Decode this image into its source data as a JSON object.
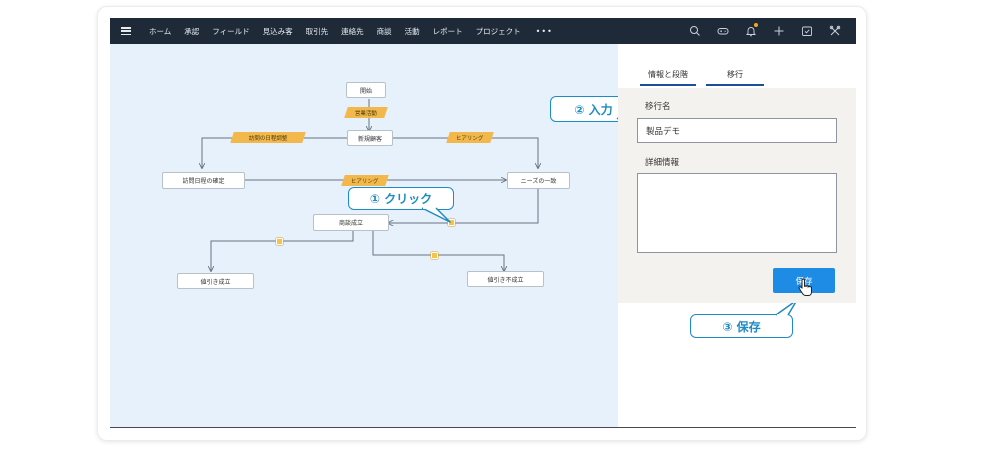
{
  "topbar": {
    "nav": [
      "ホーム",
      "承認",
      "フィールド",
      "見込み客",
      "取引先",
      "連絡先",
      "商談",
      "活動",
      "レポート",
      "プロジェクト"
    ],
    "more": "•••",
    "icons": [
      "search-icon",
      "gamepad-icon",
      "bell-icon",
      "plus-icon",
      "calendar-icon",
      "tools-icon"
    ]
  },
  "flow": {
    "nodes": {
      "start": "開始",
      "new_customer": "新規顧客",
      "visit_confirm": "訪問日程の確定",
      "needs": "ニーズの一致",
      "deal_won": "商談成立",
      "discount_ok": "値引き成立",
      "discount_ng": "値引き不成立"
    },
    "transitions": {
      "sales_activity": "営業活動",
      "visit_schedule": "訪問の日程調整",
      "hearing_right": "ヒアリング",
      "hearing_mid": "ヒアリング"
    }
  },
  "callouts": {
    "click": "① クリック",
    "input": "② 入力",
    "save": "③ 保存"
  },
  "panel": {
    "tabs": [
      "情報と段階",
      "移行"
    ],
    "name_label": "移行名",
    "name_value": "製品デモ",
    "detail_label": "詳細情報",
    "detail_value": "",
    "save_label": "保存"
  },
  "colors": {
    "topbar": "#1e2a38",
    "canvas": "#e6f1fc",
    "transition": "#f2b84b",
    "accent": "#1e8bc3",
    "save_button": "#1e8be5"
  }
}
